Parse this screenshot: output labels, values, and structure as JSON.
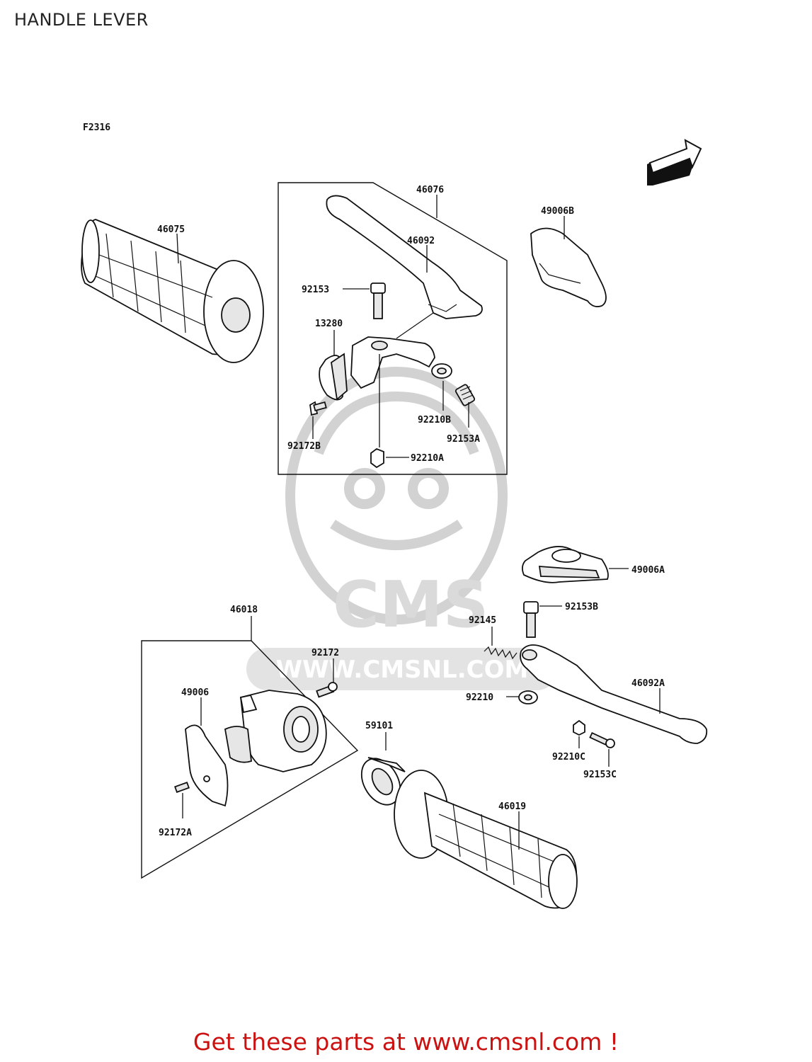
{
  "title": "HANDLE LEVER",
  "figure_code": "F2316",
  "front_label": "FRONT",
  "watermark": {
    "brand": "CMS",
    "url": "WWW.CMSNL.COM"
  },
  "labels": {
    "p46075": "46075",
    "p46076": "46076",
    "p46092": "46092",
    "p49006B": "49006B",
    "p92153": "92153",
    "p13280": "13280",
    "p92210B": "92210B",
    "p92153A": "92153A",
    "p92172B": "92172B",
    "p92210A": "92210A",
    "p49006A": "49006A",
    "p46018": "46018",
    "p92153B": "92153B",
    "p92145": "92145",
    "p92172": "92172",
    "p49006": "49006",
    "p46092A": "46092A",
    "p92210": "92210",
    "p59101": "59101",
    "p92210C": "92210C",
    "p92153C": "92153C",
    "p92172A": "92172A",
    "p46019": "46019"
  },
  "footer_cta": "Get these parts at www.cmsnl.com !"
}
